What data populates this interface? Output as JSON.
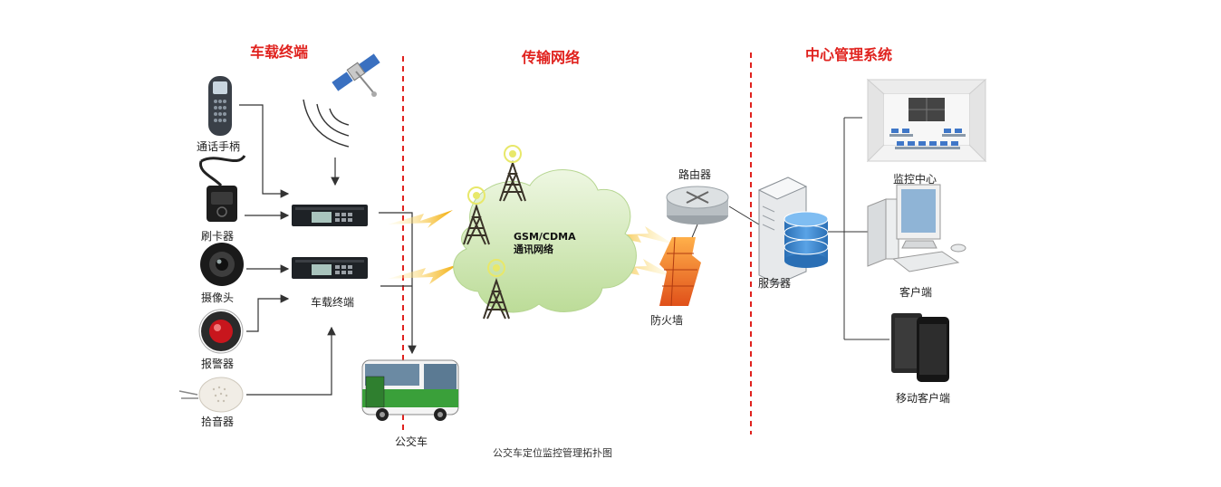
{
  "sections": {
    "terminal": "车载终端",
    "network": "传输网络",
    "center": "中心管理系统"
  },
  "devices": {
    "handset": "通话手柄",
    "card_reader": "刷卡器",
    "camera": "摄像头",
    "alarm": "报警器",
    "pickup": "拾音器",
    "vehicle_terminal": "车载终端",
    "bus": "公交车"
  },
  "network": {
    "cloud_line1": "GSM/CDMA",
    "cloud_line2": "通讯网络",
    "router": "路由器",
    "firewall": "防火墙"
  },
  "center": {
    "server": "服务器",
    "monitor_center": "监控中心",
    "client": "客户端",
    "mobile_client": "移动客户端"
  },
  "caption": "公交车定位监控管理拓扑图",
  "colors": {
    "divider": "#e0221e",
    "section_title": "#e0221e",
    "lightning": "#f5b800",
    "cloud": "#cfe8b0",
    "firewall": "#f07a1a"
  }
}
